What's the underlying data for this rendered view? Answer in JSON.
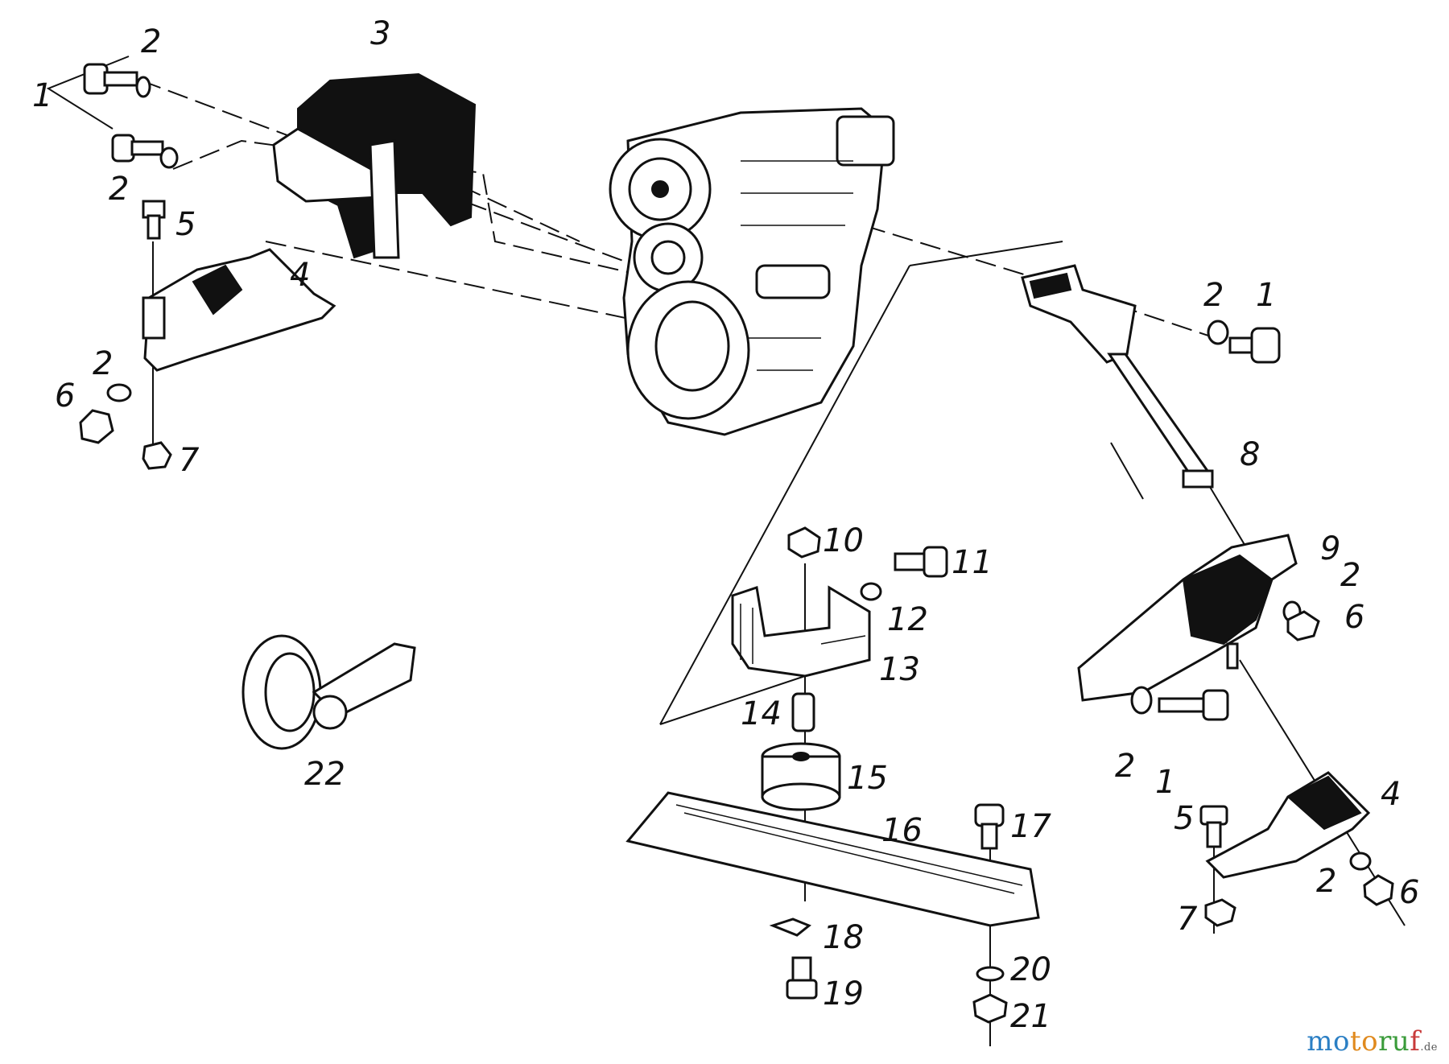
{
  "callouts": [
    {
      "id": "c1a",
      "label": "1"
    },
    {
      "id": "c2a",
      "label": "2"
    },
    {
      "id": "c2b",
      "label": "2"
    },
    {
      "id": "c3",
      "label": "3"
    },
    {
      "id": "c5a",
      "label": "5"
    },
    {
      "id": "c4a",
      "label": "4"
    },
    {
      "id": "c2c",
      "label": "2"
    },
    {
      "id": "c6a",
      "label": "6"
    },
    {
      "id": "c7a",
      "label": "7"
    },
    {
      "id": "c2d",
      "label": "2"
    },
    {
      "id": "c1b",
      "label": "1"
    },
    {
      "id": "c8",
      "label": "8"
    },
    {
      "id": "c9",
      "label": "9"
    },
    {
      "id": "c2e",
      "label": "2"
    },
    {
      "id": "c6b",
      "label": "6"
    },
    {
      "id": "c10",
      "label": "10"
    },
    {
      "id": "c11",
      "label": "11"
    },
    {
      "id": "c12",
      "label": "12"
    },
    {
      "id": "c13",
      "label": "13"
    },
    {
      "id": "c14",
      "label": "14"
    },
    {
      "id": "c15",
      "label": "15"
    },
    {
      "id": "c16",
      "label": "16"
    },
    {
      "id": "c17",
      "label": "17"
    },
    {
      "id": "c18",
      "label": "18"
    },
    {
      "id": "c19",
      "label": "19"
    },
    {
      "id": "c20",
      "label": "20"
    },
    {
      "id": "c21",
      "label": "21"
    },
    {
      "id": "c22",
      "label": "22"
    },
    {
      "id": "c2f",
      "label": "2"
    },
    {
      "id": "c1c",
      "label": "1"
    },
    {
      "id": "c5b",
      "label": "5"
    },
    {
      "id": "c4b",
      "label": "4"
    },
    {
      "id": "c2g",
      "label": "2"
    },
    {
      "id": "c6c",
      "label": "6"
    },
    {
      "id": "c7b",
      "label": "7"
    }
  ],
  "watermark": {
    "part1": "mo",
    "part2": "to",
    "part3": "ru",
    "part4": "f",
    "suffix": ".de"
  }
}
